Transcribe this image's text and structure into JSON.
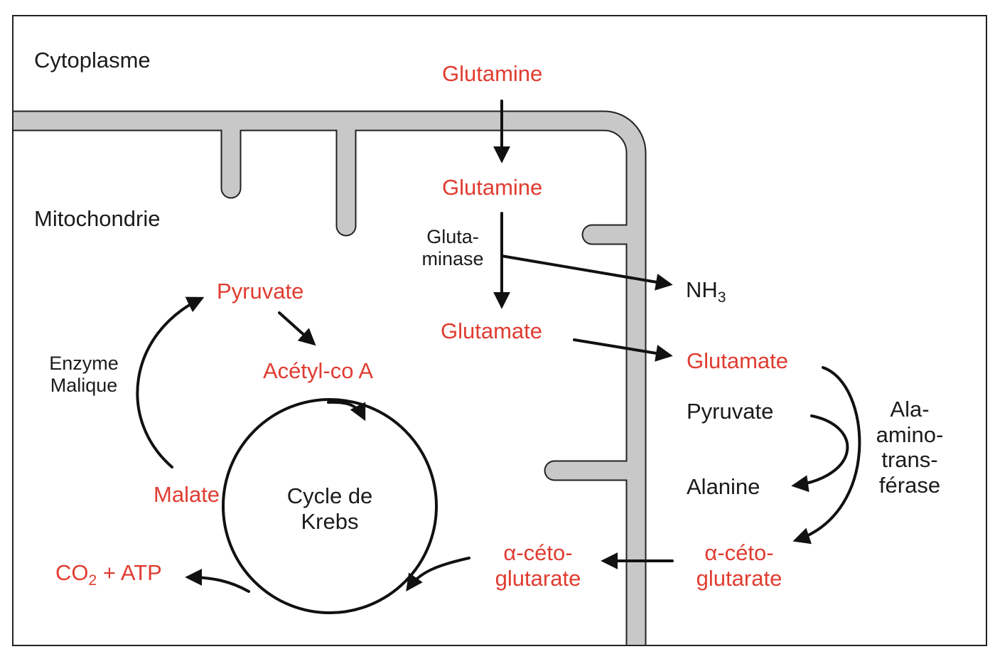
{
  "compartments": {
    "cytoplasm": "Cytoplasme",
    "mitochondrion": "Mitochondrie"
  },
  "metabolites": {
    "glutamine_cyto": "Glutamine",
    "glutamine_mito": "Glutamine",
    "glutamate_mito": "Glutamate",
    "glutamate_cyto": "Glutamate",
    "nh3": {
      "base": "NH",
      "sub": "3"
    },
    "pyruvate_mito": "Pyruvate",
    "acetyl_coa": "Acétyl-co A",
    "malate": "Malate",
    "co2_atp": {
      "pre": "CO",
      "sub": "2",
      "post": " + ATP"
    },
    "akg_mito": {
      "line1": "α-céto-",
      "line2": "glutarate"
    },
    "akg_cyto": {
      "line1": "α-céto-",
      "line2": "glutarate"
    },
    "pyruvate_cyto": "Pyruvate",
    "alanine": "Alanine"
  },
  "enzymes": {
    "glutaminase": {
      "line1": "Gluta-",
      "line2": "minase"
    },
    "malic_enzyme": {
      "line1": "Enzyme",
      "line2": "Malique"
    },
    "ala_aminotransferase": {
      "line1": "Ala-",
      "line2": "amino-",
      "line3": "trans-",
      "line4": "férase"
    }
  },
  "cycle": {
    "line1": "Cycle de",
    "line2": "Krebs"
  },
  "colors": {
    "metabolite": "#e03c31",
    "text": "#1b1b1b",
    "membrane_fill": "#c8c8c8",
    "membrane_stroke": "#222222",
    "arrow": "#111111",
    "frame": "#222222"
  }
}
